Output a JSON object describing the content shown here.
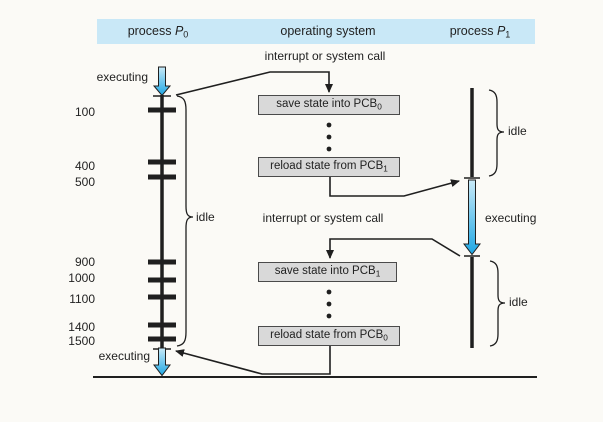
{
  "colors": {
    "header_bg": "#c9e8f7",
    "box_bg": "#d9d9d9",
    "box_border": "#4a4a4a",
    "line": "#1f1f1f",
    "arrow_blue_light": "#c9eaf8",
    "arrow_blue_dark": "#1ea7e4",
    "text": "#222222",
    "bg": "#fbfaf6"
  },
  "header": {
    "p0_prefix": "process ",
    "p0_var": "P",
    "p0_sub": "0",
    "os_label": "operating system",
    "p1_prefix": "process ",
    "p1_var": "P",
    "p1_sub": "1"
  },
  "labels": {
    "interrupt_top": "interrupt or system call",
    "interrupt_bottom": "interrupt or system call",
    "executing_p0_top": "executing",
    "executing_p0_bottom": "executing",
    "executing_p1": "executing",
    "idle_p0": "idle",
    "idle_p1_top": "idle",
    "idle_p1_bottom": "idle"
  },
  "boxes": [
    {
      "label": "save state into PCB",
      "sub": "0"
    },
    {
      "label": "reload state from PCB",
      "sub": "1"
    },
    {
      "label": "save state into PCB",
      "sub": "1"
    },
    {
      "label": "reload state from PCB",
      "sub": "0"
    }
  ],
  "timeline_p0": {
    "tick_values": [
      "100",
      "400",
      "500",
      "900",
      "1000",
      "1100",
      "1400",
      "1500"
    ]
  }
}
